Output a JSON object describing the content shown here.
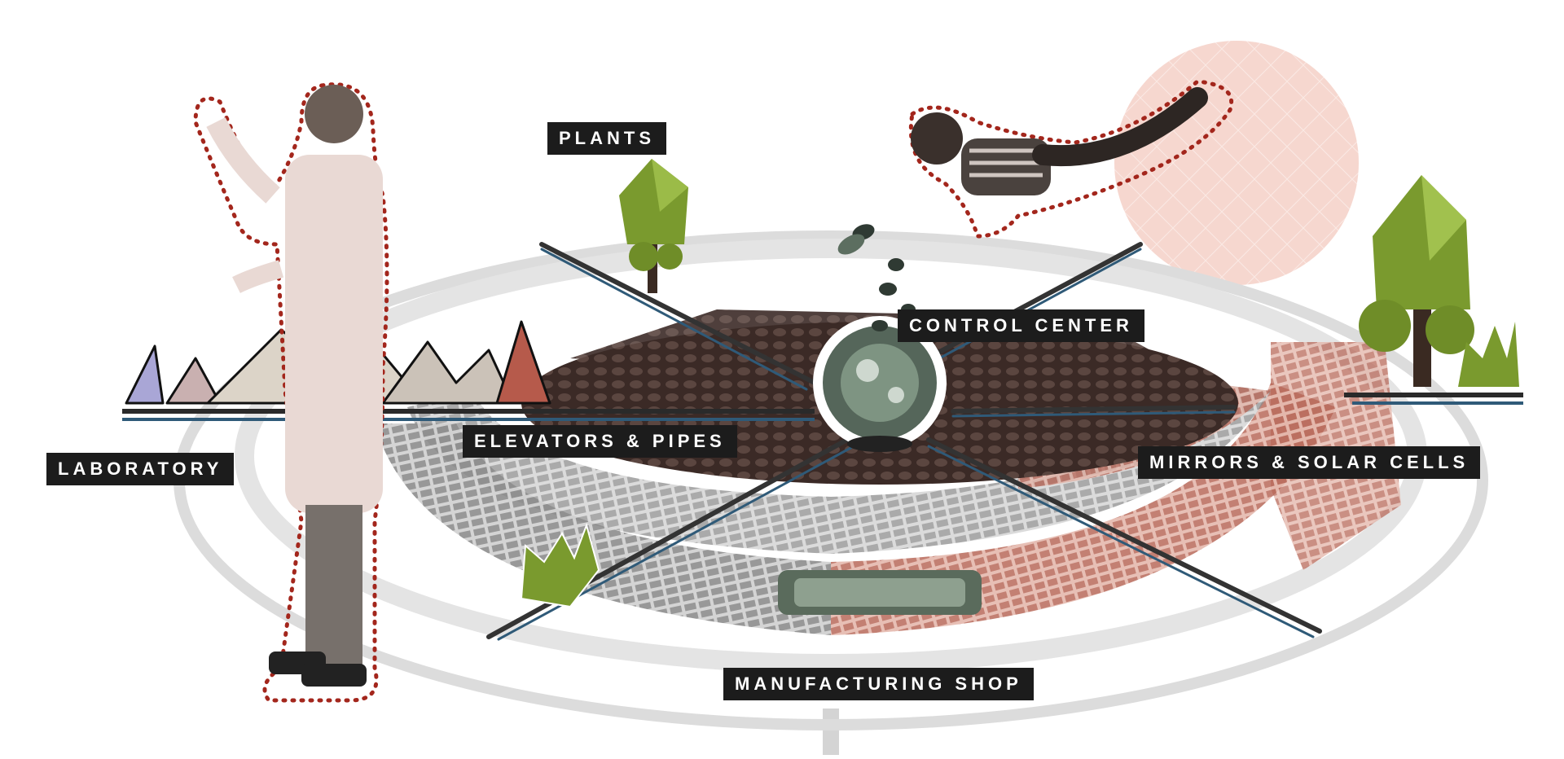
{
  "labels": {
    "plants": "PLANTS",
    "control_center": "CONTROL CENTER",
    "elevators_pipes": "ELEVATORS & PIPES",
    "laboratory": "LABORATORY",
    "mirrors_solar": "MIRRORS & SOLAR CELLS",
    "manufacturing": "MANUFACTURING SHOP"
  },
  "colors": {
    "label_bg": "#1c1c1c",
    "label_text": "#ffffff",
    "ring_gray": "#d9d9d9",
    "soil_dark": "#3b2a26",
    "tree_green": "#7a9a2e",
    "sun_pink": "#f6d7cf",
    "dotted_outline": "#a3261c",
    "solar_red": "#c0796b",
    "pipe_blue": "#2f5a78"
  },
  "icons": [
    "scientist-figure",
    "flying-child-figure",
    "tree-icon",
    "crystal-mountains",
    "sun-disc"
  ]
}
